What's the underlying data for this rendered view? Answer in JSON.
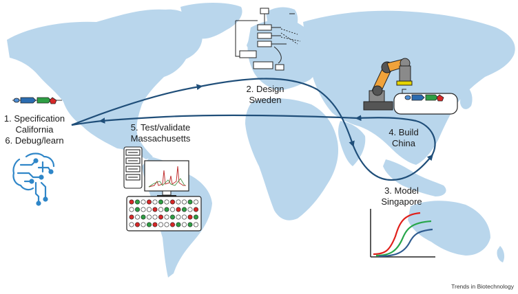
{
  "steps": [
    {
      "number": "1.",
      "title": "Specification",
      "place": "California"
    },
    {
      "number": "2.",
      "title": "Design",
      "place": "Sweden"
    },
    {
      "number": "3.",
      "title": "Model",
      "place": "Singapore"
    },
    {
      "number": "4.",
      "title": "Build",
      "place": "China"
    },
    {
      "number": "5.",
      "title": "Test/validate",
      "place": "Massachusetts"
    },
    {
      "number": "6.",
      "title": "Debug/learn"
    }
  ],
  "labels": {
    "step1_line1": "1. Specification",
    "step1_line2": "California",
    "step6_line": "6. Debug/learn",
    "step2_line1": "2. Design",
    "step2_line2": "Sweden",
    "step3_line1": "3. Model",
    "step3_line2": "Singapore",
    "step4_line1": "4. Build",
    "step4_line2": "China",
    "step5_line1": "5. Test/validate",
    "step5_line2": "Massachusetts"
  },
  "credit": "Trends in Biotechnology",
  "icons": [
    "dna-parts-icon",
    "brain-circuit-icon",
    "flowchart-icon",
    "robot-arm-icon",
    "plasmid-icon",
    "server-icon",
    "monitor-chromatogram-icon",
    "well-plate-icon",
    "growth-curves-icon"
  ],
  "colors": {
    "land": "#b9d6ec",
    "route": "#1f4e79",
    "curve_red": "#e0201b",
    "curve_green": "#27a64a",
    "curve_blue": "#2f5b8f",
    "part_blue": "#2b6cb0",
    "part_green": "#2e9e44",
    "part_red": "#d62828"
  }
}
